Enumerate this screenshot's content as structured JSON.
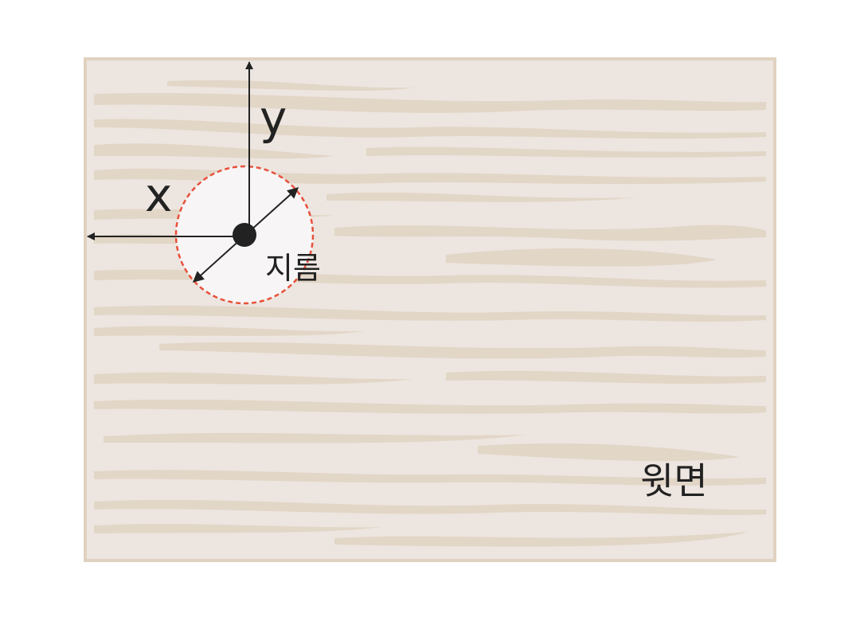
{
  "labels": {
    "x_axis": "x",
    "y_axis": "y",
    "diameter": "지름",
    "top_face": "윗면"
  },
  "colors": {
    "board_fill": "#ede5e0",
    "board_border": "#e0d2c0",
    "grain": "#e2d6c6",
    "hole_fill": "#f7f5f5",
    "hole_outline": "#e8503a",
    "axis": "#222222",
    "text": "#222222"
  }
}
